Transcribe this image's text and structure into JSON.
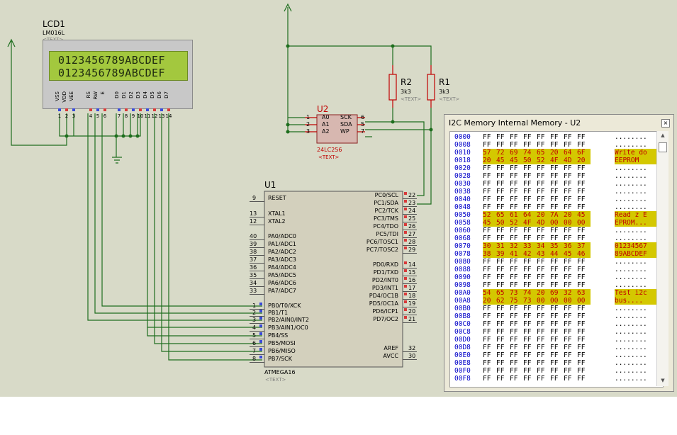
{
  "lcd": {
    "ref": "LCD1",
    "part": "LM016L",
    "text_placeholder": "<TEXT>",
    "line1": "0123456789ABCDEF",
    "line2": "0123456789ABCDEF",
    "pin_names": [
      "VSS",
      "VDD",
      "VEE",
      "RS",
      "RW",
      "E",
      "D0",
      "D1",
      "D2",
      "D3",
      "D4",
      "D5",
      "D6",
      "D7"
    ],
    "pin_numbers": [
      "1",
      "2",
      "3",
      "4",
      "5",
      "6",
      "7",
      "8",
      "9",
      "10",
      "11",
      "12",
      "13",
      "14"
    ]
  },
  "u2": {
    "ref": "U2",
    "part": "24LC256",
    "text_placeholder": "<TEXT>",
    "left_pins": [
      {
        "num": "1",
        "name": "A0"
      },
      {
        "num": "2",
        "name": "A1"
      },
      {
        "num": "3",
        "name": "A2"
      }
    ],
    "right_pins": [
      {
        "num": "6",
        "name": "SCK"
      },
      {
        "num": "5",
        "name": "SDA"
      },
      {
        "num": "7",
        "name": "WP"
      }
    ]
  },
  "r2": {
    "ref": "R2",
    "value": "3k3",
    "text_placeholder": "<TEXT>"
  },
  "r1": {
    "ref": "R1",
    "value": "3k3",
    "text_placeholder": "<TEXT>"
  },
  "u1": {
    "ref": "U1",
    "part": "ATMEGA16",
    "text_placeholder": "<TEXT>",
    "left_pins": [
      {
        "num": "9",
        "name": "RESET"
      },
      {
        "num": "13",
        "name": "XTAL1"
      },
      {
        "num": "12",
        "name": "XTAL2"
      },
      {
        "num": "40",
        "name": "PA0/ADC0"
      },
      {
        "num": "39",
        "name": "PA1/ADC1"
      },
      {
        "num": "38",
        "name": "PA2/ADC2"
      },
      {
        "num": "37",
        "name": "PA3/ADC3"
      },
      {
        "num": "36",
        "name": "PA4/ADC4"
      },
      {
        "num": "35",
        "name": "PA5/ADC5"
      },
      {
        "num": "34",
        "name": "PA6/ADC6"
      },
      {
        "num": "33",
        "name": "PA7/ADC7"
      },
      {
        "num": "1",
        "name": "PB0/T0/XCK"
      },
      {
        "num": "2",
        "name": "PB1/T1"
      },
      {
        "num": "3",
        "name": "PB2/AIN0/INT2"
      },
      {
        "num": "4",
        "name": "PB3/AIN1/OC0"
      },
      {
        "num": "5",
        "name": "PB4/SS"
      },
      {
        "num": "6",
        "name": "PB5/MOSI"
      },
      {
        "num": "7",
        "name": "PB6/MISO"
      },
      {
        "num": "8",
        "name": "PB7/SCK"
      }
    ],
    "right_pins": [
      {
        "num": "22",
        "name": "PC0/SCL"
      },
      {
        "num": "23",
        "name": "PC1/SDA"
      },
      {
        "num": "24",
        "name": "PC2/TCK"
      },
      {
        "num": "25",
        "name": "PC3/TMS"
      },
      {
        "num": "26",
        "name": "PC4/TDO"
      },
      {
        "num": "27",
        "name": "PC5/TDI"
      },
      {
        "num": "28",
        "name": "PC6/TOSC1"
      },
      {
        "num": "29",
        "name": "PC7/TOSC2"
      },
      {
        "num": "14",
        "name": "PD0/RXD"
      },
      {
        "num": "15",
        "name": "PD1/TXD"
      },
      {
        "num": "16",
        "name": "PD2/INT0"
      },
      {
        "num": "17",
        "name": "PD3/INT1"
      },
      {
        "num": "18",
        "name": "PD4/OC1B"
      },
      {
        "num": "19",
        "name": "PD5/OC1A"
      },
      {
        "num": "20",
        "name": "PD6/ICP1"
      },
      {
        "num": "21",
        "name": "PD7/OC2"
      },
      {
        "num": "32",
        "name": "AREF"
      },
      {
        "num": "30",
        "name": "AVCC"
      }
    ]
  },
  "memory_window": {
    "title": "I2C Memory Internal Memory - U2",
    "close_glyph": "×",
    "rows": [
      {
        "addr": "0000",
        "bytes": [
          "FF",
          "FF",
          "FF",
          "FF",
          "FF",
          "FF",
          "FF",
          "FF"
        ],
        "ascii": "........",
        "hl": false
      },
      {
        "addr": "0008",
        "bytes": [
          "FF",
          "FF",
          "FF",
          "FF",
          "FF",
          "FF",
          "FF",
          "FF"
        ],
        "ascii": "........",
        "hl": false
      },
      {
        "addr": "0010",
        "bytes": [
          "57",
          "72",
          "69",
          "74",
          "65",
          "20",
          "64",
          "6F"
        ],
        "ascii": "Write do",
        "hl": true
      },
      {
        "addr": "0018",
        "bytes": [
          "20",
          "45",
          "45",
          "50",
          "52",
          "4F",
          "4D",
          "20"
        ],
        "ascii": " EEPROM ",
        "hl": true
      },
      {
        "addr": "0020",
        "bytes": [
          "FF",
          "FF",
          "FF",
          "FF",
          "FF",
          "FF",
          "FF",
          "FF"
        ],
        "ascii": "........",
        "hl": false
      },
      {
        "addr": "0028",
        "bytes": [
          "FF",
          "FF",
          "FF",
          "FF",
          "FF",
          "FF",
          "FF",
          "FF"
        ],
        "ascii": "........",
        "hl": false
      },
      {
        "addr": "0030",
        "bytes": [
          "FF",
          "FF",
          "FF",
          "FF",
          "FF",
          "FF",
          "FF",
          "FF"
        ],
        "ascii": "........",
        "hl": false
      },
      {
        "addr": "0038",
        "bytes": [
          "FF",
          "FF",
          "FF",
          "FF",
          "FF",
          "FF",
          "FF",
          "FF"
        ],
        "ascii": "........",
        "hl": false
      },
      {
        "addr": "0040",
        "bytes": [
          "FF",
          "FF",
          "FF",
          "FF",
          "FF",
          "FF",
          "FF",
          "FF"
        ],
        "ascii": "........",
        "hl": false
      },
      {
        "addr": "0048",
        "bytes": [
          "FF",
          "FF",
          "FF",
          "FF",
          "FF",
          "FF",
          "FF",
          "FF"
        ],
        "ascii": "........",
        "hl": false
      },
      {
        "addr": "0050",
        "bytes": [
          "52",
          "65",
          "61",
          "64",
          "20",
          "7A",
          "20",
          "45"
        ],
        "ascii": "Read z E",
        "hl": true
      },
      {
        "addr": "0058",
        "bytes": [
          "45",
          "50",
          "52",
          "4F",
          "4D",
          "00",
          "00",
          "00"
        ],
        "ascii": "EPROM...",
        "hl": true
      },
      {
        "addr": "0060",
        "bytes": [
          "FF",
          "FF",
          "FF",
          "FF",
          "FF",
          "FF",
          "FF",
          "FF"
        ],
        "ascii": "........",
        "hl": false
      },
      {
        "addr": "0068",
        "bytes": [
          "FF",
          "FF",
          "FF",
          "FF",
          "FF",
          "FF",
          "FF",
          "FF"
        ],
        "ascii": "........",
        "hl": false
      },
      {
        "addr": "0070",
        "bytes": [
          "30",
          "31",
          "32",
          "33",
          "34",
          "35",
          "36",
          "37"
        ],
        "ascii": "01234567",
        "hl": true
      },
      {
        "addr": "0078",
        "bytes": [
          "38",
          "39",
          "41",
          "42",
          "43",
          "44",
          "45",
          "46"
        ],
        "ascii": "89ABCDEF",
        "hl": true
      },
      {
        "addr": "0080",
        "bytes": [
          "FF",
          "FF",
          "FF",
          "FF",
          "FF",
          "FF",
          "FF",
          "FF"
        ],
        "ascii": "........",
        "hl": false
      },
      {
        "addr": "0088",
        "bytes": [
          "FF",
          "FF",
          "FF",
          "FF",
          "FF",
          "FF",
          "FF",
          "FF"
        ],
        "ascii": "........",
        "hl": false
      },
      {
        "addr": "0090",
        "bytes": [
          "FF",
          "FF",
          "FF",
          "FF",
          "FF",
          "FF",
          "FF",
          "FF"
        ],
        "ascii": "........",
        "hl": false
      },
      {
        "addr": "0098",
        "bytes": [
          "FF",
          "FF",
          "FF",
          "FF",
          "FF",
          "FF",
          "FF",
          "FF"
        ],
        "ascii": "........",
        "hl": false
      },
      {
        "addr": "00A0",
        "bytes": [
          "54",
          "65",
          "73",
          "74",
          "20",
          "69",
          "32",
          "63"
        ],
        "ascii": "Test i2c",
        "hl": true
      },
      {
        "addr": "00A8",
        "bytes": [
          "20",
          "62",
          "75",
          "73",
          "00",
          "00",
          "00",
          "00"
        ],
        "ascii": " bus....",
        "hl": true
      },
      {
        "addr": "00B0",
        "bytes": [
          "FF",
          "FF",
          "FF",
          "FF",
          "FF",
          "FF",
          "FF",
          "FF"
        ],
        "ascii": "........",
        "hl": false
      },
      {
        "addr": "00B8",
        "bytes": [
          "FF",
          "FF",
          "FF",
          "FF",
          "FF",
          "FF",
          "FF",
          "FF"
        ],
        "ascii": "........",
        "hl": false
      },
      {
        "addr": "00C0",
        "bytes": [
          "FF",
          "FF",
          "FF",
          "FF",
          "FF",
          "FF",
          "FF",
          "FF"
        ],
        "ascii": "........",
        "hl": false
      },
      {
        "addr": "00C8",
        "bytes": [
          "FF",
          "FF",
          "FF",
          "FF",
          "FF",
          "FF",
          "FF",
          "FF"
        ],
        "ascii": "........",
        "hl": false
      },
      {
        "addr": "00D0",
        "bytes": [
          "FF",
          "FF",
          "FF",
          "FF",
          "FF",
          "FF",
          "FF",
          "FF"
        ],
        "ascii": "........",
        "hl": false
      },
      {
        "addr": "00D8",
        "bytes": [
          "FF",
          "FF",
          "FF",
          "FF",
          "FF",
          "FF",
          "FF",
          "FF"
        ],
        "ascii": "........",
        "hl": false
      },
      {
        "addr": "00E0",
        "bytes": [
          "FF",
          "FF",
          "FF",
          "FF",
          "FF",
          "FF",
          "FF",
          "FF"
        ],
        "ascii": "........",
        "hl": false
      },
      {
        "addr": "00E8",
        "bytes": [
          "FF",
          "FF",
          "FF",
          "FF",
          "FF",
          "FF",
          "FF",
          "FF"
        ],
        "ascii": "........",
        "hl": false
      },
      {
        "addr": "00F0",
        "bytes": [
          "FF",
          "FF",
          "FF",
          "FF",
          "FF",
          "FF",
          "FF",
          "FF"
        ],
        "ascii": "........",
        "hl": false
      },
      {
        "addr": "00F8",
        "bytes": [
          "FF",
          "FF",
          "FF",
          "FF",
          "FF",
          "FF",
          "FF",
          "FF"
        ],
        "ascii": "........",
        "hl": false
      }
    ]
  },
  "colors": {
    "canvas": "#d8dac8",
    "wire": "#1e6e1e",
    "part_red": "#c00000",
    "lcd_screen": "#a3c83e",
    "highlight": "#d4c800"
  }
}
